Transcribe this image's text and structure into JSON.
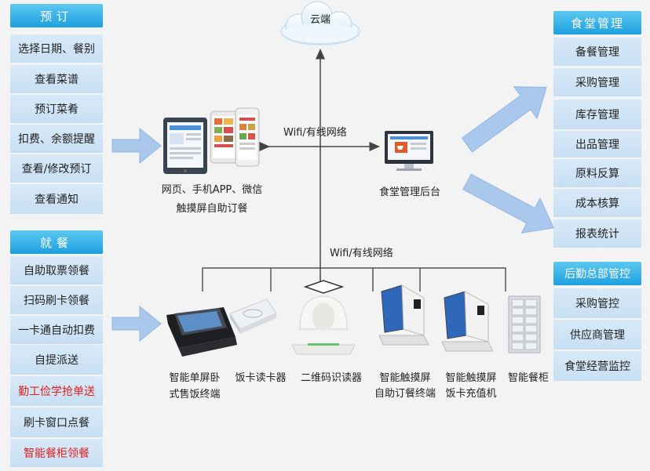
{
  "left_top": {
    "header": "预订",
    "items": [
      {
        "label": "选择日期、餐别"
      },
      {
        "label": "查看菜谱"
      },
      {
        "label": "预订菜肴"
      },
      {
        "label": "扣费、余额提醒"
      },
      {
        "label": "查看/修改预订"
      },
      {
        "label": "查看通知"
      }
    ]
  },
  "left_bottom": {
    "header": "就餐",
    "items": [
      {
        "label": "自助取票领餐"
      },
      {
        "label": "扫码刷卡领餐"
      },
      {
        "label": "一卡通自动扣费"
      },
      {
        "label": "自提派送"
      },
      {
        "label": "勤工俭学抢单送",
        "highlight": "#e0201e"
      },
      {
        "label": "刷卡窗口点餐"
      },
      {
        "label": "智能餐柜领餐",
        "highlight": "#e0201e"
      }
    ]
  },
  "right_top": {
    "header": "食堂管理",
    "items": [
      {
        "label": "备餐管理"
      },
      {
        "label": "采购管理"
      },
      {
        "label": "库存管理"
      },
      {
        "label": "出品管理"
      },
      {
        "label": "原料反算"
      },
      {
        "label": "成本核算"
      },
      {
        "label": "报表统计"
      }
    ]
  },
  "right_bottom": {
    "header": "后勤总部管控",
    "items": [
      {
        "label": "采购管控"
      },
      {
        "label": "供应商管理"
      },
      {
        "label": "食堂经营监控"
      }
    ]
  },
  "center": {
    "cloud": "云端",
    "wifi_top": "Wifi/有线网络",
    "wifi_bottom": "Wifi/有线网络",
    "ordering_line1": "网页、手机APP、微信",
    "ordering_line2": "触摸屏自助订餐",
    "backend": "食堂管理后台"
  },
  "devices": [
    {
      "line1": "智能单屏卧",
      "line2": "式售饭终端"
    },
    {
      "line1": "饭卡读卡器",
      "line2": ""
    },
    {
      "line1": "二维码识读器",
      "line2": ""
    },
    {
      "line1": "智能触摸屏",
      "line2": "自助订餐终端"
    },
    {
      "line1": "智能触摸屏",
      "line2": "饭卡充值机"
    },
    {
      "line1": "智能餐柜",
      "line2": ""
    }
  ],
  "colors": {
    "header_blue": "#1e9fe0",
    "item_bg": "#cfe4f5",
    "arrow": "#a9c8ec",
    "highlight_red": "#e0201e"
  }
}
